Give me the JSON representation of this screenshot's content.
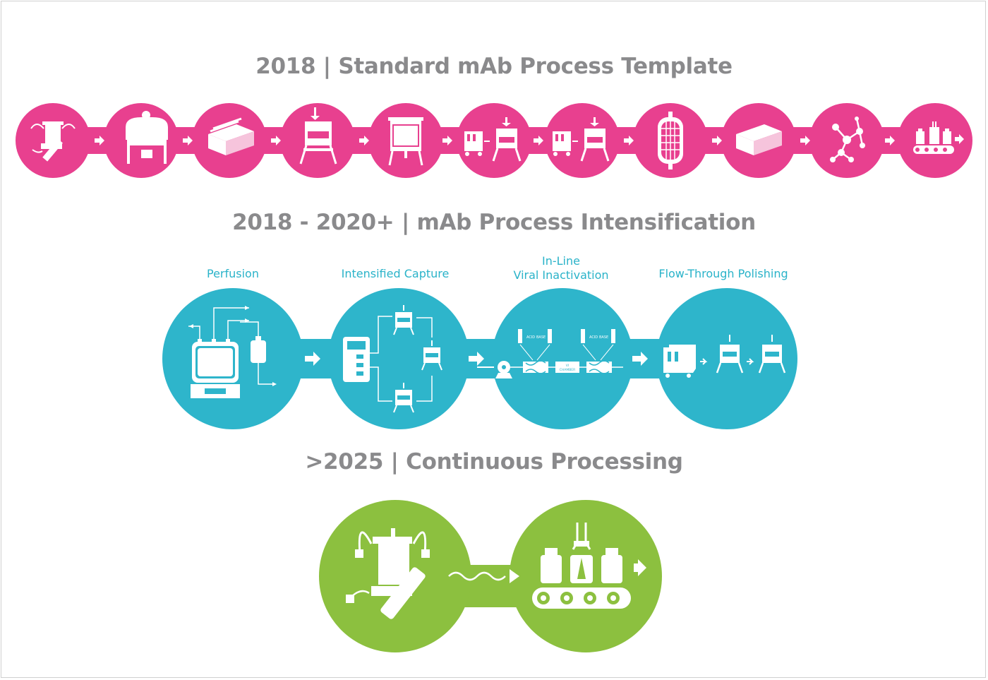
{
  "sections": [
    {
      "heading": "2018 | Standard mAb Process Template",
      "color": "#e8408f"
    },
    {
      "heading": "2018 - 2020+ | mAb Process Intensification",
      "color": "#2eb5cb",
      "steps": [
        {
          "label": "Perfusion"
        },
        {
          "label": "Intensified Capture"
        },
        {
          "label_line1": "In-Line",
          "label_line2": "Viral Inactivation"
        },
        {
          "label": "Flow-Through Polishing"
        }
      ],
      "chamber_text": {
        "acid": "ACID",
        "base": "BASE",
        "vi1": "VI",
        "vi2": "CHAMBER"
      }
    },
    {
      "heading": ">2025 | Continuous Processing",
      "color": "#8cc03f"
    }
  ],
  "icons": {
    "standard": [
      "bioreactor-seed-icon",
      "harvest-tank-icon",
      "depth-filter-icon",
      "chromatography-column-icon",
      "hold-tank-icon",
      "uf-skid-column-icon",
      "uf-skid-column-icon",
      "viral-filter-icon",
      "tff-cassette-icon",
      "molecule-icon",
      "fill-finish-icon"
    ],
    "intensified": [
      "perfusion-bioreactor-icon",
      "multicolumn-capture-icon",
      "inline-vi-icon",
      "flow-through-polishing-icon"
    ],
    "continuous": [
      "continuous-upstream-icon",
      "continuous-fill-icon"
    ]
  }
}
